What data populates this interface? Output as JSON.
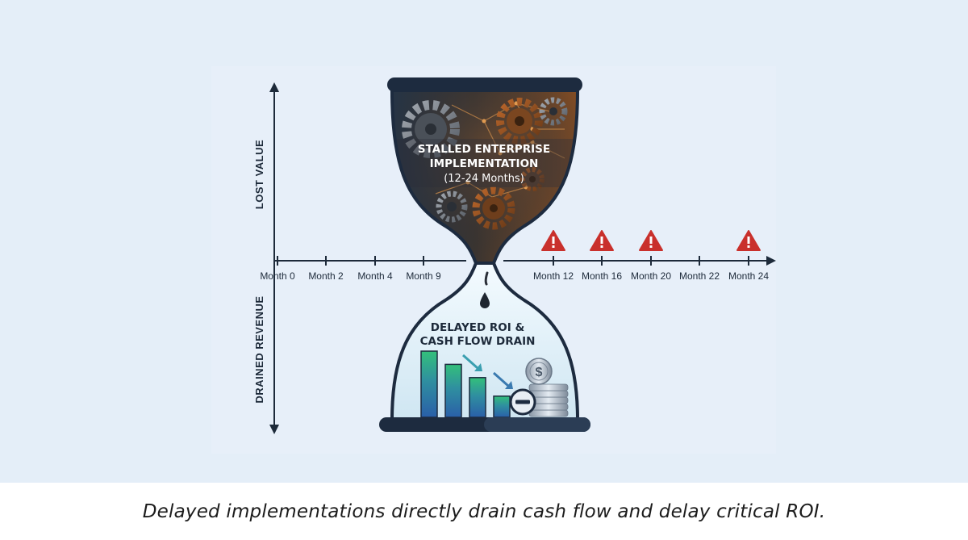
{
  "top_chamber": {
    "title_line1": "STALLED ENTERPRISE",
    "title_line2": "IMPLEMENTATION",
    "subtitle": "(12-24 Months)"
  },
  "bottom_chamber": {
    "title_line1": "DELAYED ROI &",
    "title_line2": "CASH FLOW DRAIN",
    "bar_levels": [
      1.0,
      0.8,
      0.6,
      0.32
    ]
  },
  "axes": {
    "y_up_label": "LOST VALUE",
    "y_down_label": "DRAINED REVENUE",
    "x_ticks": [
      "Month 0",
      "Month 2",
      "Month 4",
      "Month 9",
      "Month 12",
      "Month 16",
      "Month 20",
      "Month 22",
      "Month 24"
    ],
    "warning_ticks": [
      "Month 12",
      "Month 16",
      "Month 20",
      "Month 24"
    ]
  },
  "icons": {
    "coin": "dollar-coin-icon",
    "minus": "minus-circle-icon",
    "warning": "warning-triangle-icon",
    "droplet": "water-drop-icon"
  },
  "colors": {
    "background": "#e4eef8",
    "frame": "#1d2b3f",
    "warning": "#c9302c",
    "bar_top": "#33c07a",
    "bar_bottom": "#2a5fa8"
  },
  "caption": "Delayed implementations directly drain cash flow and delay critical ROI."
}
